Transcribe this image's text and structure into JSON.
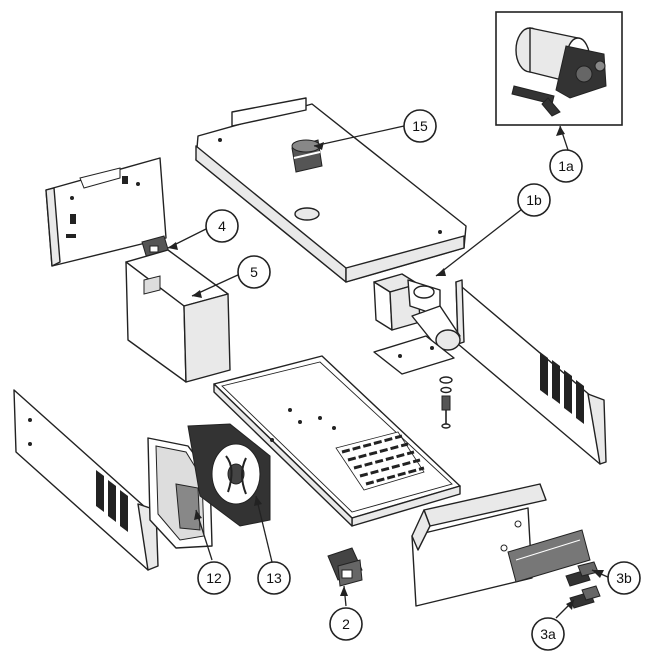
{
  "callouts": [
    {
      "id": "1a",
      "label": "1a"
    },
    {
      "id": "1b",
      "label": "1b"
    },
    {
      "id": "15",
      "label": "15"
    },
    {
      "id": "4",
      "label": "4"
    },
    {
      "id": "5",
      "label": "5"
    },
    {
      "id": "12",
      "label": "12"
    },
    {
      "id": "13",
      "label": "13"
    },
    {
      "id": "2",
      "label": "2"
    },
    {
      "id": "3a",
      "label": "3a"
    },
    {
      "id": "3b",
      "label": "3b"
    }
  ]
}
